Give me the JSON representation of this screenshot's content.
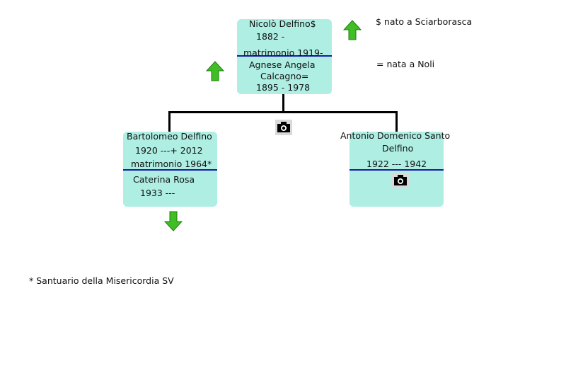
{
  "root": {
    "name": "Nicolò Delfino$",
    "dates": "1882 -",
    "marriage": "matrimonio 1919-",
    "spouse_line1": "Agnese Angela",
    "spouse_line2": "Calcagno=",
    "spouse_dates": "1895 - 1978"
  },
  "children": [
    {
      "name": "Bartolomeo Delfino",
      "dates": "1920 ---+ 2012",
      "marriage": "matrimonio 1964*",
      "spouse": "Caterina Rosa",
      "spouse_dates": "1933 ---"
    },
    {
      "name_line1": "Antonio Domenico Santo",
      "name_line2": "Delfino",
      "dates": "1922 --- 1942"
    }
  ],
  "notes": {
    "dollar": "$ nato a Sciarborasca",
    "equals": "= nata a Noli",
    "asterisk": "* Santuario della Misericordia SV"
  },
  "colors": {
    "box_fill": "#aeeee3",
    "separator": "#1a1aa8",
    "arrow_green": "#2fae1a",
    "connector": "#000000"
  },
  "icons": [
    "arrow-up-icon",
    "arrow-up-icon",
    "arrow-down-icon",
    "camera-icon",
    "camera-icon"
  ]
}
